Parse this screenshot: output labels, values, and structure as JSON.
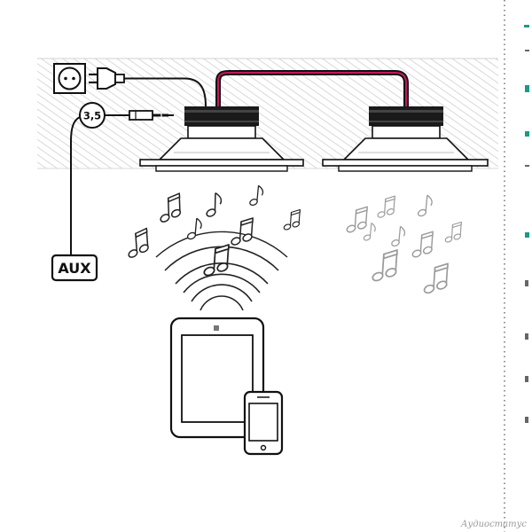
{
  "diagram": {
    "labels": {
      "aux": "AUX",
      "jack": "3,5"
    },
    "watermark": "Аудиостатус",
    "colors": {
      "line": "#111111",
      "ceiling_hatch": "#c8c8c8",
      "speaker_link": "#c2185b",
      "accent": "#1a9a8a",
      "note_gray": "#9a9a9a"
    }
  }
}
